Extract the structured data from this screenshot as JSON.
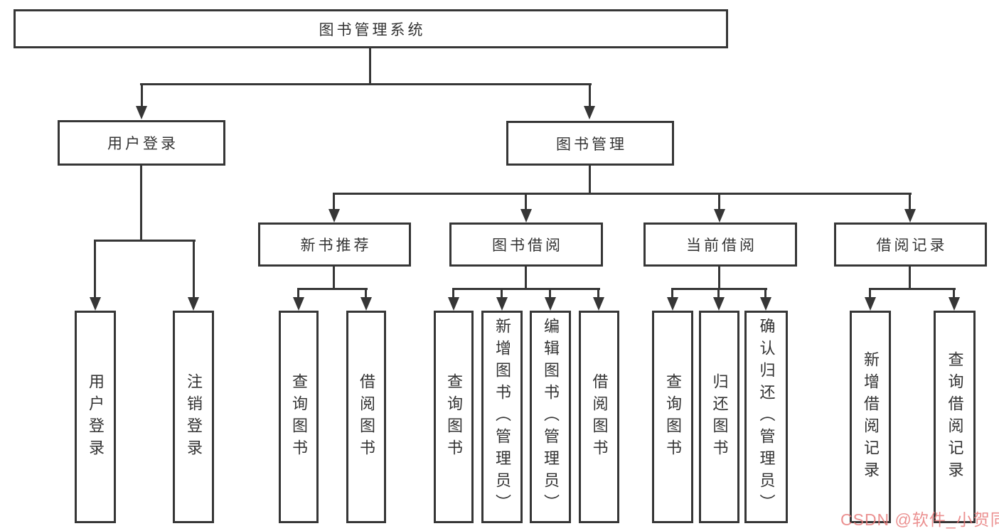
{
  "diagram": {
    "root": {
      "label": "图书管理系统",
      "children": [
        {
          "label": "用户登录",
          "children": [
            {
              "label": "用户登录"
            },
            {
              "label": "注销登录"
            }
          ]
        },
        {
          "label": "图书管理",
          "children": [
            {
              "label": "新书推荐",
              "children": [
                {
                  "label": "查询图书"
                },
                {
                  "label": "借阅图书"
                }
              ]
            },
            {
              "label": "图书借阅",
              "children": [
                {
                  "label": "查询图书"
                },
                {
                  "label": "新增图书（管理员）"
                },
                {
                  "label": "编辑图书（管理员）"
                },
                {
                  "label": "借阅图书"
                }
              ]
            },
            {
              "label": "当前借阅",
              "children": [
                {
                  "label": "查询图书"
                },
                {
                  "label": "归还图书"
                },
                {
                  "label": "确认归还（管理员）"
                }
              ]
            },
            {
              "label": "借阅记录",
              "children": [
                {
                  "label": "新增借阅记录"
                },
                {
                  "label": "查询借阅记录"
                }
              ]
            }
          ]
        }
      ]
    }
  },
  "colors": {
    "line": "#363636",
    "box_border": "#363636",
    "text": "#333333",
    "background": "#ffffff",
    "watermark": "#e67878"
  },
  "watermark": {
    "text": "CSDN @软件_小贺同学"
  }
}
